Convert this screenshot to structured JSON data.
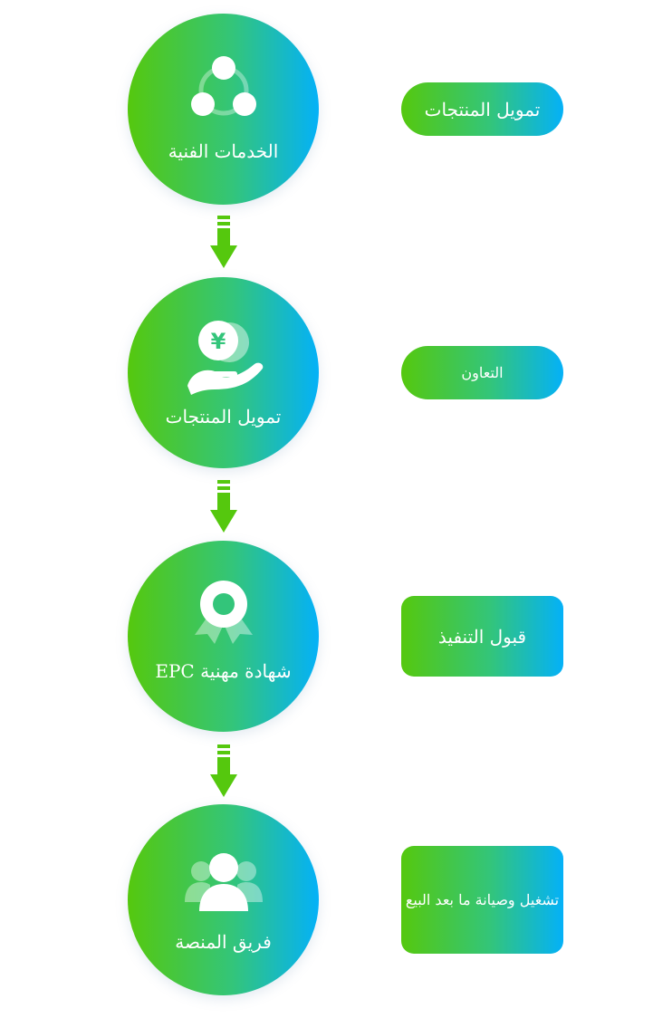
{
  "steps": [
    {
      "label": "الخدمات الفنية",
      "icon": "share-nodes-icon"
    },
    {
      "label": "تمويل المنتجات",
      "icon": "hand-coin-icon"
    },
    {
      "label": "EPC شهادة مهنية",
      "icon": "award-ribbon-icon"
    },
    {
      "label": "فريق المنصة",
      "icon": "team-users-icon"
    }
  ],
  "coin_symbol": "¥",
  "side_labels": [
    "تمويل المنتجات",
    "التعاون",
    "قبول التنفيذ",
    "تشغيل وصيانة ما بعد البيع"
  ],
  "colors": {
    "gradient_start": "#55c80e",
    "gradient_mid": "#33c57a",
    "gradient_end": "#04b1f8",
    "arrow": "#55c80e",
    "coin_symbol": "#33c57a"
  }
}
